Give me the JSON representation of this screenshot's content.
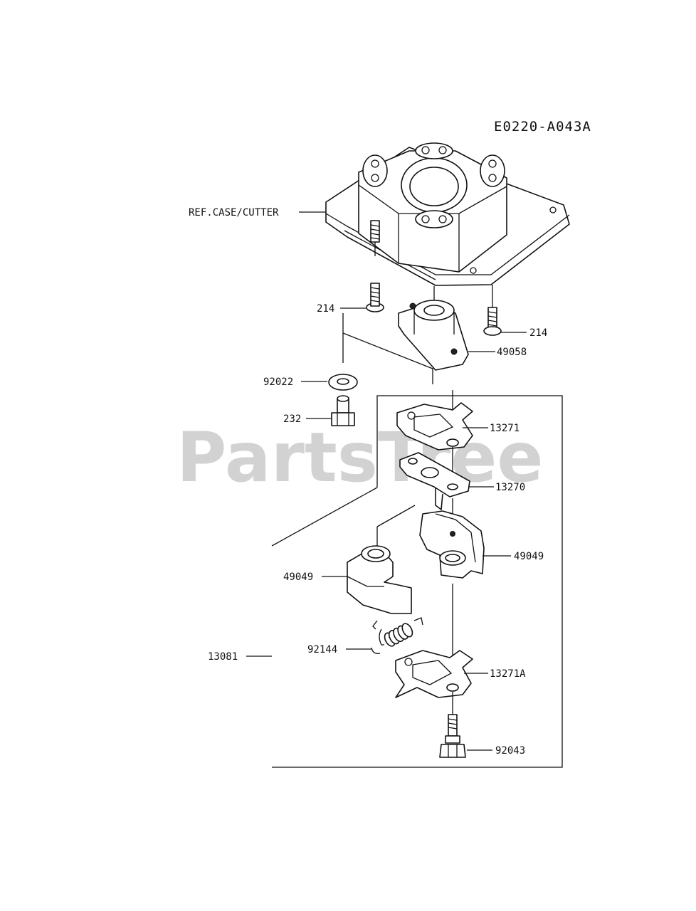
{
  "diagram_code": "E0220-A043A",
  "watermark": "PartsTree",
  "labels": {
    "ref_case": "REF.CASE/CUTTER",
    "screw_left": "214",
    "screw_right": "214",
    "bracket": "49058",
    "washer": "92022",
    "nut": "232",
    "plate_upper": "13271",
    "plate_middle": "13270",
    "shoe_right": "49049",
    "shoe_left": "49049",
    "clutch_assembly": "13081",
    "spring": "92144",
    "plate_lower": "13271A",
    "bolt": "92043"
  }
}
